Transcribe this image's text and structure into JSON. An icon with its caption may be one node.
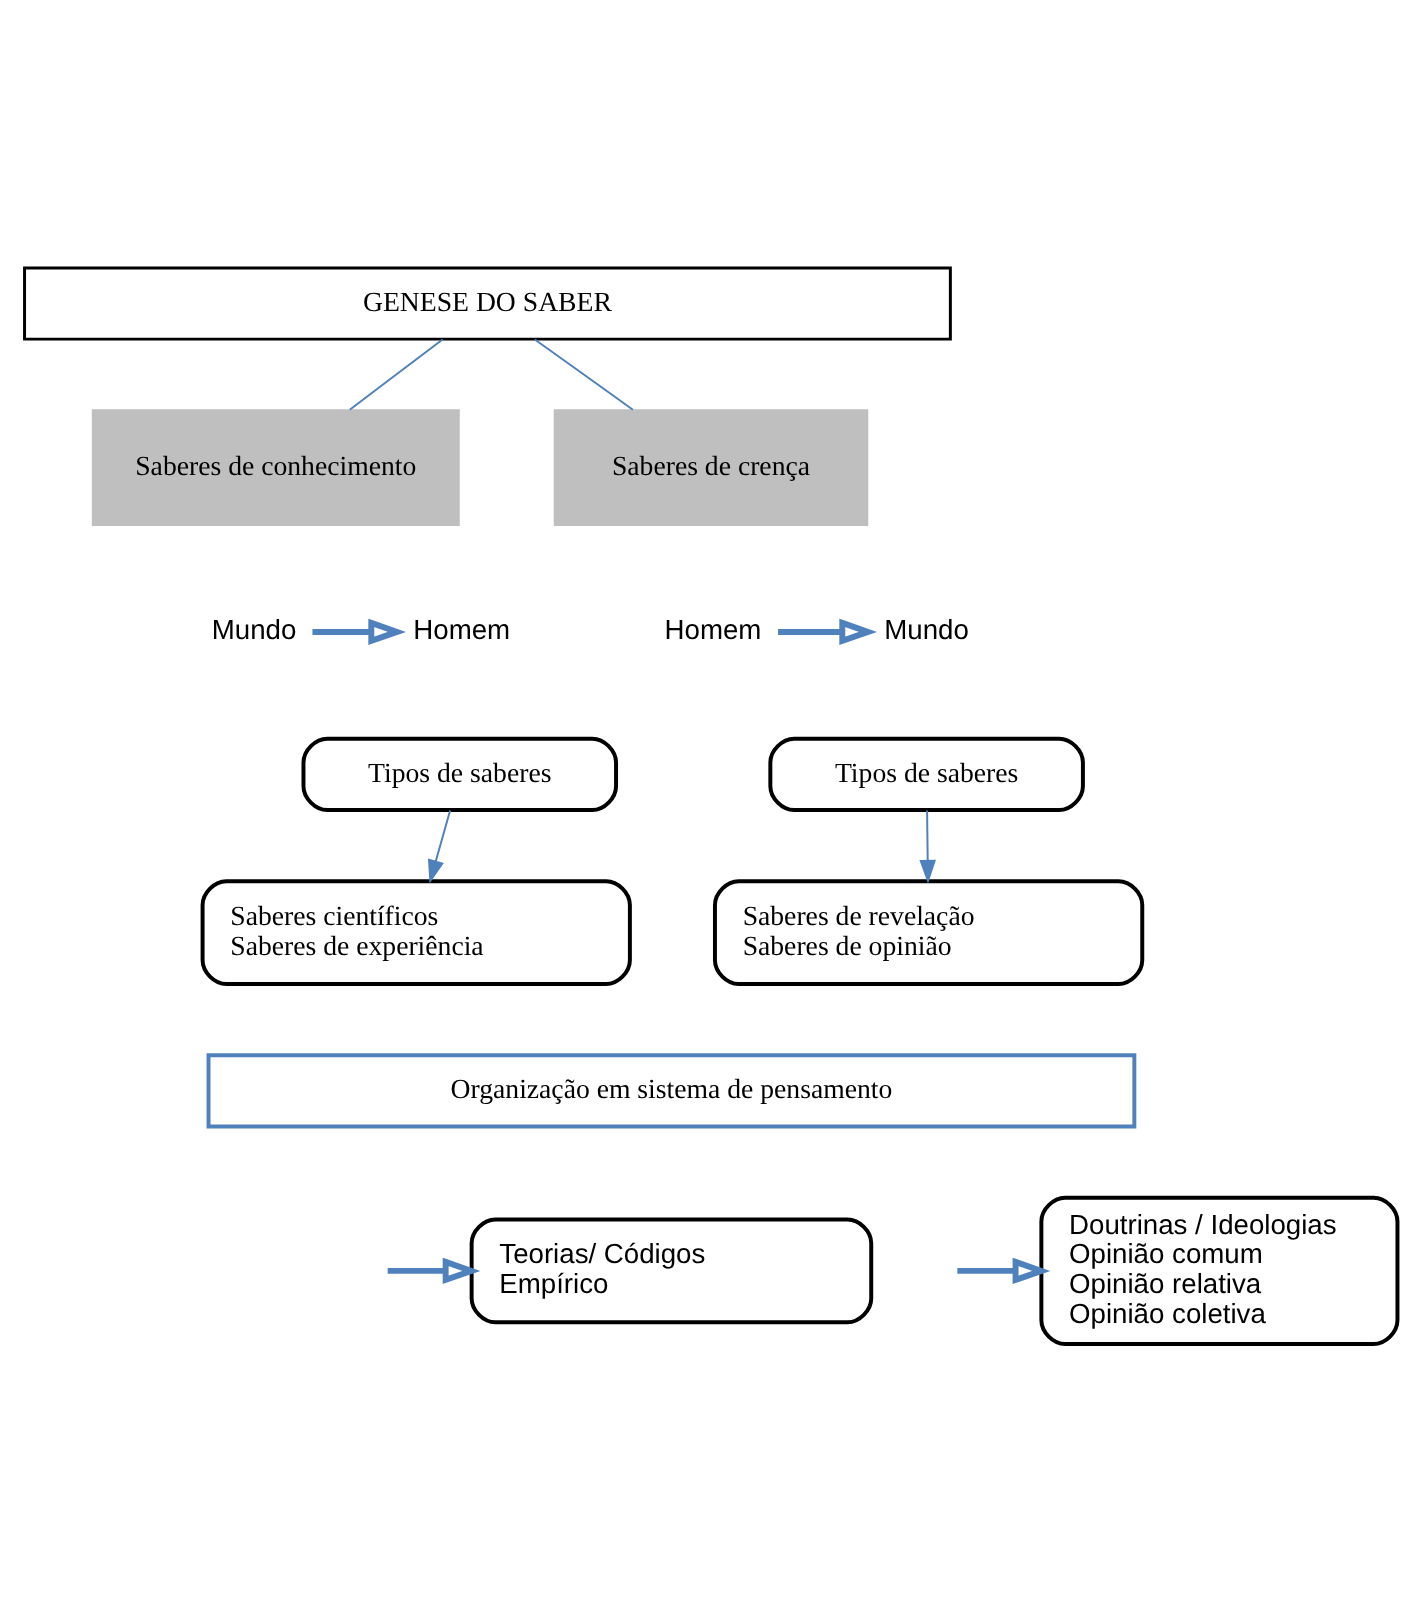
{
  "diagram": {
    "nodes": [
      {
        "text": [
          "GENESE DO SABER"
        ]
      },
      {
        "text": [
          "Saberes de conhecimento"
        ]
      },
      {
        "text": [
          "Saberes de crença"
        ]
      },
      {
        "text": [
          "Mundo"
        ]
      },
      {
        "text": [
          "Homem"
        ]
      },
      {
        "text": [
          "Homem"
        ]
      },
      {
        "text": [
          "Mundo"
        ]
      },
      {
        "text": [
          "Tipos de saberes"
        ]
      },
      {
        "text": [
          "Tipos de saberes"
        ]
      },
      {
        "text": [
          "Saberes científicos",
          "Saberes de experiência"
        ]
      },
      {
        "text": [
          "Saberes de revelação",
          "Saberes de opinião"
        ]
      },
      {
        "text": [
          "Organização em sistema de pensamento"
        ]
      },
      {
        "text": [
          "Teorias/ Códigos",
          "Empírico"
        ]
      },
      {
        "text": [
          "Doutrinas / Ideologias",
          "Opinião comum",
          "Opinião relativa",
          "Opinião coletiva"
        ]
      }
    ],
    "edges": [
      {
        "from": 0,
        "to": 1,
        "arrow": "none"
      },
      {
        "from": 0,
        "to": 2,
        "arrow": "none"
      },
      {
        "from": 3,
        "to": 4,
        "arrow": "to",
        "style": "thick"
      },
      {
        "from": 5,
        "to": 6,
        "arrow": "to",
        "style": "thick"
      },
      {
        "from": 7,
        "to": 9,
        "arrow": "to"
      },
      {
        "from": 8,
        "to": 10,
        "arrow": "to"
      },
      {
        "from": null,
        "to": 12,
        "arrow": "to",
        "style": "thick"
      },
      {
        "from": null,
        "to": 13,
        "arrow": "to",
        "style": "thick"
      }
    ]
  }
}
